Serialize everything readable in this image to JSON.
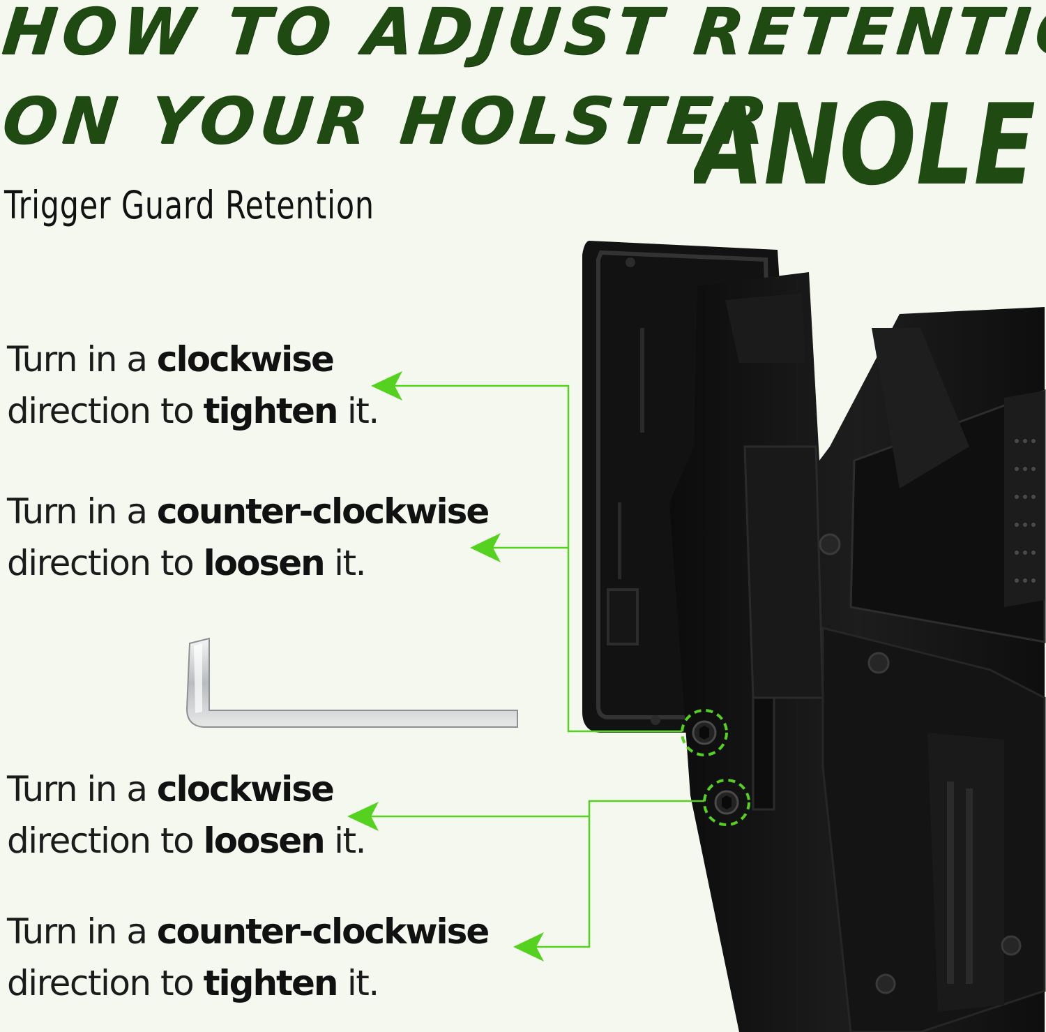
{
  "header": {
    "title_line1": "HOW TO ADJUST RETENTION",
    "title_line2": "ON YOUR HOLSTER",
    "subtitle": "Trigger Guard Retention"
  },
  "brand": {
    "logo_text": "ANOLE"
  },
  "colors": {
    "title_green": "#1f4a12",
    "arrow_green": "#55d11f",
    "background": "#f4f8ef",
    "holster": "#141414"
  },
  "instructions": [
    {
      "prefix": "Turn  in a ",
      "direction": "clockwise",
      "middle": "direction to ",
      "action": "tighten",
      "suffix": " it."
    },
    {
      "prefix": "Turn  in a ",
      "direction": "counter-clockwise",
      "middle": "direction to ",
      "action": "loosen",
      "suffix": " it."
    },
    {
      "prefix": "Turn  in a ",
      "direction": "clockwise",
      "middle": "direction to ",
      "action": "loosen",
      "suffix": " it."
    },
    {
      "prefix": "Turn  in a ",
      "direction": "counter-clockwise",
      "middle": "direction to ",
      "action": "tighten",
      "suffix": " it."
    }
  ],
  "icons": [
    "hex-key-icon",
    "arrow-left-icon",
    "screw-highlight-icon"
  ]
}
